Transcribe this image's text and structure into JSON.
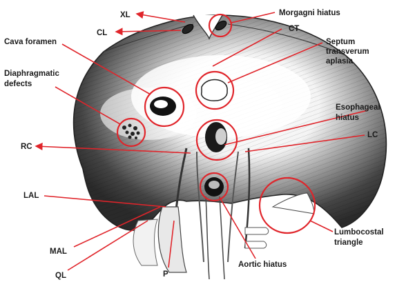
{
  "colors": {
    "accent": "#e0242a",
    "ink": "#1a1a1a",
    "shade": "#3a3a3a",
    "paper": "#ffffff"
  },
  "labels": {
    "xl": "XL",
    "cl": "CL",
    "morgagni": "Morgagni hiatus",
    "ct": "CT",
    "cava": "Cava foramen",
    "septum_line1": "Septum",
    "septum_line2": "transverum",
    "septum_line3": "aplasia",
    "defects_line1": "Diaphragmatic",
    "defects_line2": "defects",
    "esoph_line1": "Esophageal",
    "esoph_line2": "hiatus",
    "rc": "RC",
    "lc": "LC",
    "lal": "LAL",
    "mal": "MAL",
    "ql": "QL",
    "p": "P",
    "aortic": "Aortic hiatus",
    "lumbo_line1": "Lumbocostal",
    "lumbo_line2": "triangle"
  }
}
